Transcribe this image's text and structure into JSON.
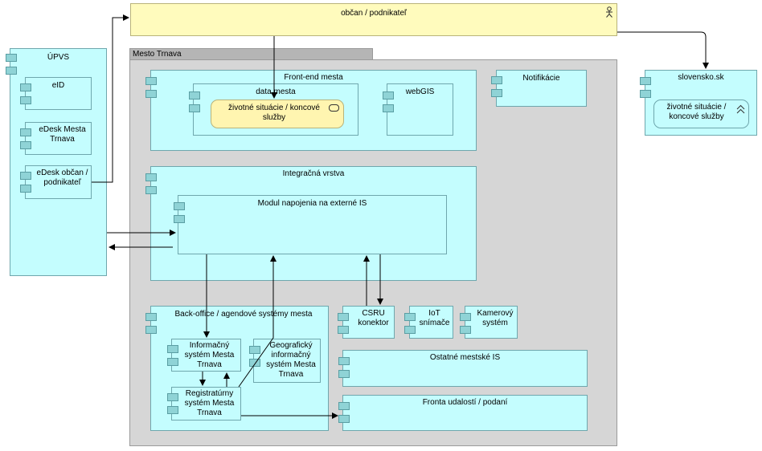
{
  "actor": {
    "label": "občan / podnikateľ"
  },
  "upvs": {
    "title": "ÚPVS",
    "eid": "eID",
    "edesk_mesta": "eDesk Mesta Trnava",
    "edesk_obcan": "eDesk občan / podnikateľ"
  },
  "mesto": {
    "title": "Mesto Trnava",
    "frontend": {
      "title": "Front-end mesta",
      "data_mesta": "data.mesta",
      "zivotne_situacie": "životné situácie / koncové služby",
      "webgis": "webGIS"
    },
    "notifikacie": "Notifikácie",
    "integracna": {
      "title": "Integračná vrstva",
      "modul": "Modul napojenia na externé IS"
    },
    "backoffice": {
      "title": "Back-office / agendové systémy mesta",
      "informacny": "Informačný systém Mesta Trnava",
      "geograficky": "Geografický informačný systém Mesta Trnava",
      "registraturny": "Registratúrny systém Mesta Trnava"
    },
    "csru": "CSRU konektor",
    "iot": "IoT snímače",
    "kamerovy": "Kamerový systém",
    "ostatne": "Ostatné mestské IS",
    "fronta": "Fronta udalostí / podaní"
  },
  "slovensko": {
    "title": "slovensko.sk",
    "zivotne_situacie": "životné situácie / koncové služby"
  }
}
